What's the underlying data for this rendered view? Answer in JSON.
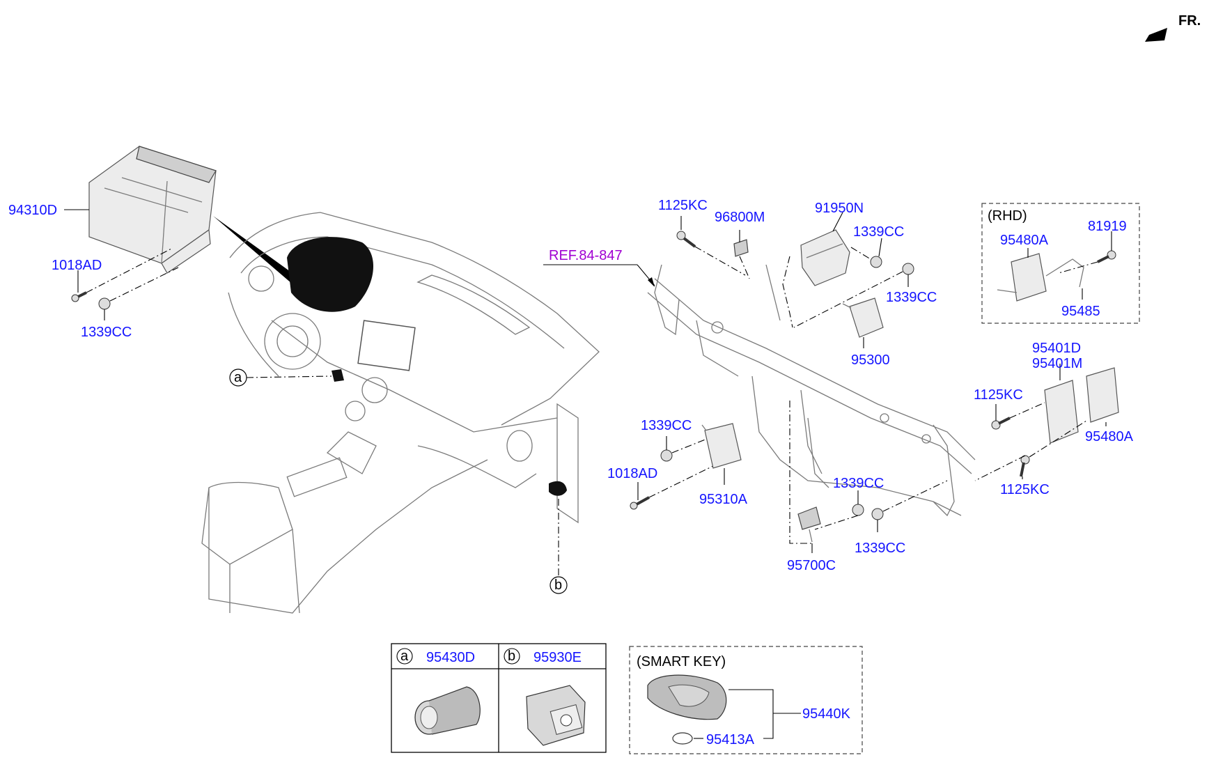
{
  "orientation": {
    "label": "FR.",
    "icon": "front-direction-arrow-icon"
  },
  "reference": {
    "label": "REF.84-847",
    "color": "#a000d2"
  },
  "callouts": {
    "a": "a",
    "b": "b"
  },
  "rhd_box": {
    "title": "(RHD)"
  },
  "smart_key_box": {
    "title": "(SMART KEY)"
  },
  "table": {
    "col_a": {
      "letter": "a",
      "part": "95430D"
    },
    "col_b": {
      "letter": "b",
      "part": "95930E"
    }
  },
  "parts": {
    "p94310D": "94310D",
    "p1018AD_top": "1018AD",
    "p1339CC_top": "1339CC",
    "p1125KC_top": "1125KC",
    "p96800M": "96800M",
    "p91950N": "91950N",
    "p1339CC_upper": "1339CC",
    "p1339CC_mid": "1339CC",
    "p95300": "95300",
    "p95480A_rhd": "95480A",
    "p81919": "81919",
    "p95485": "95485",
    "p95401D": "95401D",
    "p95401M": "95401M",
    "p1125KC_right": "1125KC",
    "p95480A_right": "95480A",
    "p1125KC_lower": "1125KC",
    "p1339CC_left": "1339CC",
    "p1018AD_left": "1018AD",
    "p95310A": "95310A",
    "p1339CC_bot1": "1339CC",
    "p1339CC_bot2": "1339CC",
    "p95700C": "95700C",
    "p95440K": "95440K",
    "p95413A": "95413A"
  },
  "colors": {
    "part_number": "#1414ff",
    "reference": "#a000d2",
    "outline": "#555555"
  }
}
